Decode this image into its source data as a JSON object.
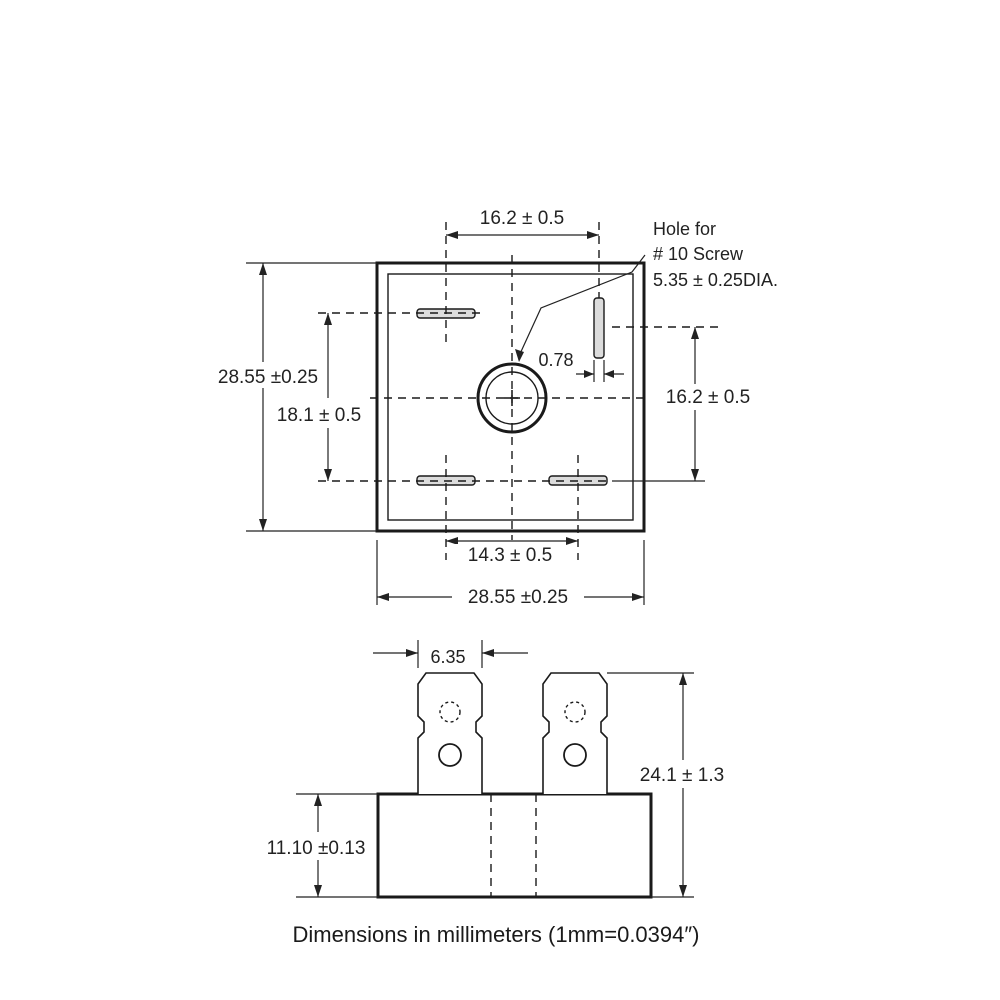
{
  "top_view": {
    "dim_top_pin_spacing": "16.2 ± 0.5",
    "dim_outer_height": "28.55 ±0.25",
    "dim_left_pin_spacing": "18.1 ± 0.5",
    "dim_right_pin_spacing": "16.2 ± 0.5",
    "dim_pin_width": "0.78",
    "dim_bottom_pin_spacing": "14.3 ± 0.5",
    "dim_outer_width": "28.55 ±0.25",
    "hole_note_line1": "Hole for",
    "hole_note_line2": "# 10 Screw",
    "hole_note_line3": "5.35 ± 0.25DIA."
  },
  "side_view": {
    "dim_terminal_width": "6.35",
    "dim_total_height": "24.1 ± 1.3",
    "dim_body_height": "11.10 ±0.13"
  },
  "caption": "Dimensions in millimeters (1mm=0.0394″)"
}
